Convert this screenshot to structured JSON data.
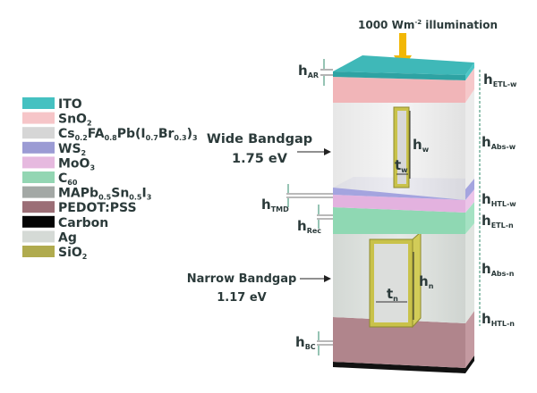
{
  "illumination": {
    "value": "1000 Wm",
    "sup": "-2",
    "rest": " illumination"
  },
  "legend": [
    {
      "name": "ito",
      "color": "#45c1c1",
      "parts": [
        [
          "ITO",
          false
        ]
      ]
    },
    {
      "name": "sno2",
      "color": "#f6c5c8",
      "parts": [
        [
          "SnO",
          false
        ],
        [
          "2",
          true
        ]
      ]
    },
    {
      "name": "wide-perovskite",
      "color": "#d6d6d6",
      "parts": [
        [
          "Cs",
          false
        ],
        [
          "0.2",
          true
        ],
        [
          "FA",
          false
        ],
        [
          "0.8",
          true
        ],
        [
          "Pb(I",
          false
        ],
        [
          "0.7",
          true
        ],
        [
          "Br",
          false
        ],
        [
          "0.3",
          true
        ],
        [
          ")",
          false
        ],
        [
          "3",
          true
        ]
      ]
    },
    {
      "name": "ws2",
      "color": "#9b9bd4",
      "parts": [
        [
          "WS",
          false
        ],
        [
          "2",
          true
        ]
      ]
    },
    {
      "name": "moo3",
      "color": "#e6b9df",
      "parts": [
        [
          "MoO",
          false
        ],
        [
          "3",
          true
        ]
      ]
    },
    {
      "name": "c60",
      "color": "#93d6b3",
      "parts": [
        [
          "C",
          false
        ],
        [
          "60",
          true
        ]
      ]
    },
    {
      "name": "narrow-perovskite",
      "color": "#a3a8a5",
      "parts": [
        [
          "MAPb",
          false
        ],
        [
          "0.5",
          true
        ],
        [
          "Sn",
          false
        ],
        [
          "0.5",
          true
        ],
        [
          "I",
          false
        ],
        [
          "3",
          true
        ]
      ]
    },
    {
      "name": "pedot-pss",
      "color": "#9b6e76",
      "parts": [
        [
          "PEDOT:PSS",
          false
        ]
      ]
    },
    {
      "name": "carbon",
      "color": "#050505",
      "parts": [
        [
          "Carbon",
          false
        ]
      ]
    },
    {
      "name": "ag",
      "color": "#d5dad6",
      "parts": [
        [
          "Ag",
          false
        ]
      ]
    },
    {
      "name": "sio2",
      "color": "#b0ab4e",
      "parts": [
        [
          "SiO",
          false
        ],
        [
          "2",
          true
        ]
      ]
    }
  ],
  "wide": {
    "title": "Wide Bandgap",
    "value": "1.75 eV"
  },
  "narrow": {
    "title": "Narrow Bandgap",
    "value": "1.17 eV"
  },
  "dims": {
    "h_ar": {
      "main": "h",
      "sub": "AR"
    },
    "h_tmd": {
      "main": "h",
      "sub": "TMD"
    },
    "h_rec": {
      "main": "h",
      "sub": "Rec"
    },
    "h_bc": {
      "main": "h",
      "sub": "BC"
    },
    "h_etl_w": {
      "main": "h",
      "sub": "ETL-w"
    },
    "h_abs_w": {
      "main": "h",
      "sub": "Abs-w"
    },
    "h_htl_w": {
      "main": "h",
      "sub": "HTL-w"
    },
    "h_etl_n": {
      "main": "h",
      "sub": "ETL-n"
    },
    "h_abs_n": {
      "main": "h",
      "sub": "Abs-n"
    },
    "h_htl_n": {
      "main": "h",
      "sub": "HTL-n"
    },
    "h_w": {
      "main": "h",
      "sub": "w"
    },
    "t_w": {
      "main": "t",
      "sub": "w"
    },
    "h_n": {
      "main": "h",
      "sub": "n"
    },
    "t_n": {
      "main": "t",
      "sub": "n"
    }
  }
}
